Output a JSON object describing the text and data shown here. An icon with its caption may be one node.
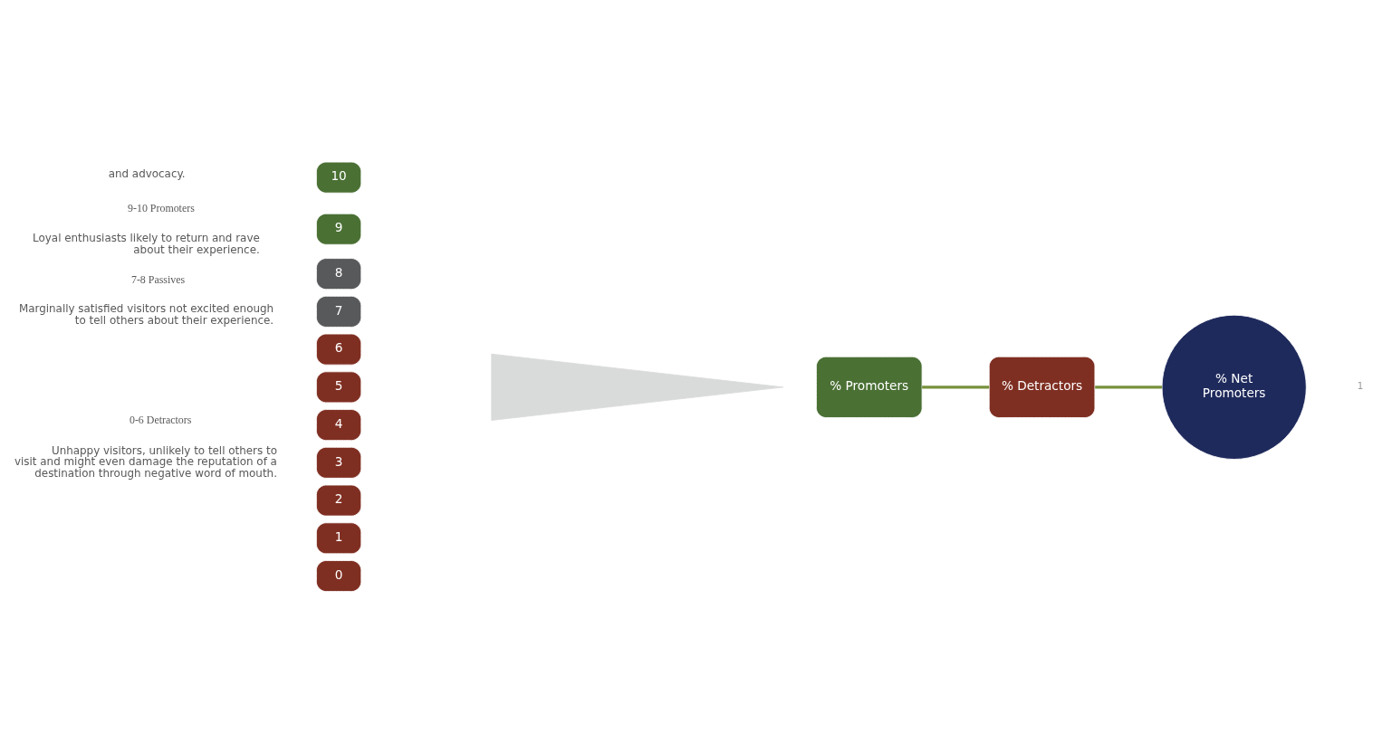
{
  "diagram": {
    "nodes": [
      {
        "text": [
          "10"
        ]
      },
      {
        "text": [
          "9"
        ]
      },
      {
        "text": [
          "8"
        ]
      },
      {
        "text": [
          "7"
        ]
      },
      {
        "text": [
          "6"
        ]
      },
      {
        "text": [
          "5"
        ]
      },
      {
        "text": [
          "4"
        ]
      },
      {
        "text": [
          "3"
        ]
      },
      {
        "text": [
          "2"
        ]
      },
      {
        "text": [
          "1"
        ]
      },
      {
        "text": [
          "0"
        ]
      },
      {
        "text": [],
        "shape": "chevron"
      },
      {
        "text": [
          "% Promoters"
        ]
      },
      {
        "text": [
          "% Detractors"
        ]
      },
      {
        "text": [
          "% Net Promoters"
        ]
      }
    ],
    "edges": [
      {
        "from": 12,
        "to": 13,
        "arrow": "none"
      },
      {
        "from": 13,
        "to": 14,
        "arrow": "none"
      }
    ],
    "labels": [
      "and advocacy.",
      "9-10 Promoters",
      "Loyal enthusiasts likely to return and rave about their experience.",
      "7-8 Passives",
      "Marginally satisfied visitors not excited enough to tell others about their experience.",
      "0-6 Detractors",
      "Unhappy visitors, unlikely to tell others to visit and might even damage the reputation of a destination through negative word of mouth.",
      "1"
    ]
  }
}
